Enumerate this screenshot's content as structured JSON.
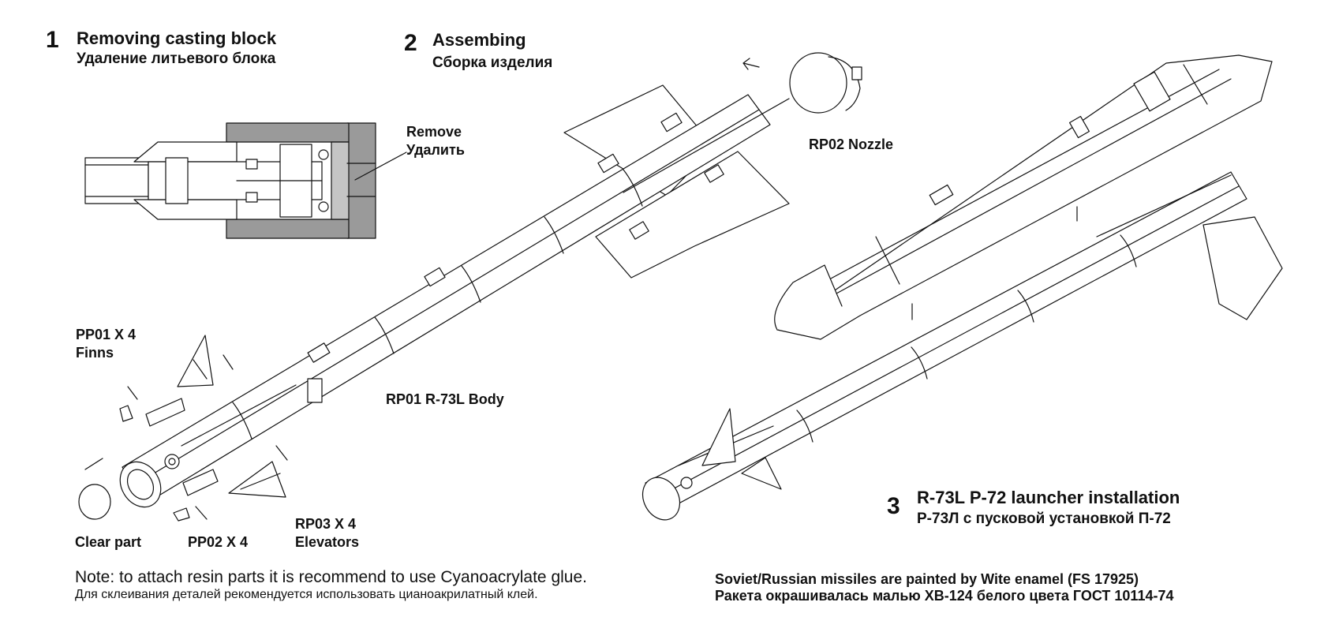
{
  "step1": {
    "number": "1",
    "title_en": "Removing casting block",
    "title_ru": "Удаление литьевого блока"
  },
  "step2": {
    "number": "2",
    "title_en": "Assembing",
    "title_ru": "Сборка изделия"
  },
  "step3": {
    "number": "3",
    "title_en": "R-73L P-72 launcher installation",
    "title_ru": "Р-73Л с пусковой установкой П-72"
  },
  "labels": {
    "remove_en": "Remove",
    "remove_ru": "Удалить",
    "rp02_nozzle": "RP02 Nozzle",
    "pp01_line1": "PP01 X 4",
    "pp01_line2": "Finns",
    "rp01_body": "RP01 R-73L Body",
    "rp03_line1": "RP03 X 4",
    "rp03_line2": "Elevators",
    "clear_part": "Clear part",
    "pp02": "PP02 X 4"
  },
  "note": {
    "en": "Note: to attach resin parts it is recommend to use Cyanoacrylate glue.",
    "ru": "Для склеивания деталей рекомендуется использовать цианоакрилатный клей."
  },
  "paint": {
    "en": "Soviet/Russian missiles are painted by Wite enamel (FS 17925)",
    "ru": "Ракета окрашивалась малью ХВ-124 белого цвета ГОСТ 10114-74"
  },
  "colors": {
    "ink": "#111111",
    "casting_block": "#9a9a9a",
    "casting_block_light": "#c4c4c4"
  }
}
